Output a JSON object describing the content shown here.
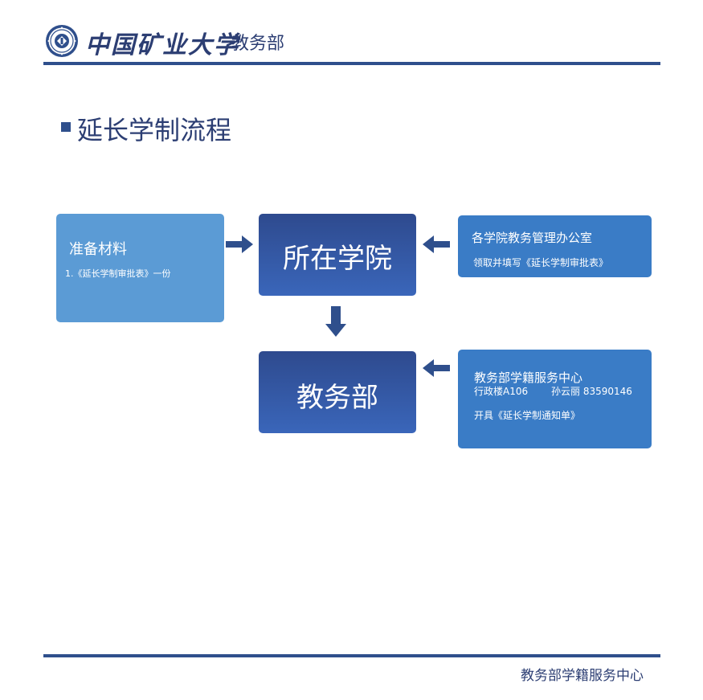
{
  "header": {
    "school_name": "中国矿业大学",
    "department": "教务部",
    "logo_icon": "university-seal-icon"
  },
  "title": "延长学制流程",
  "diagram": {
    "prep": {
      "title": "准备材料",
      "item": "1.《延长学制审批表》一份"
    },
    "college": {
      "label": "所在学院"
    },
    "department": {
      "label": "教务部"
    },
    "office": {
      "title": "各学院教务管理办公室",
      "desc": "领取并填写《延长学制审批表》"
    },
    "center": {
      "title": "教务部学籍服务中心",
      "address": "行政楼A106",
      "contact": "孙云丽  83590146",
      "desc": "开具《延长学制通知单》"
    },
    "arrows": [
      {
        "from": "prep",
        "to": "college",
        "direction": "right"
      },
      {
        "from": "office",
        "to": "college",
        "direction": "left"
      },
      {
        "from": "college",
        "to": "department",
        "direction": "down"
      },
      {
        "from": "center",
        "to": "department",
        "direction": "left"
      }
    ]
  },
  "footer": {
    "text": "教务部学籍服务中心"
  },
  "colors": {
    "brand_navy": "#2f4f8c",
    "title_text": "#2c3e73",
    "light_box": "#5b9bd5",
    "mid_box": "#3a7cc6",
    "dark_box_top": "#2e4a8e",
    "dark_box_bottom": "#3a66ba",
    "arrow": "#2f4f8c"
  }
}
